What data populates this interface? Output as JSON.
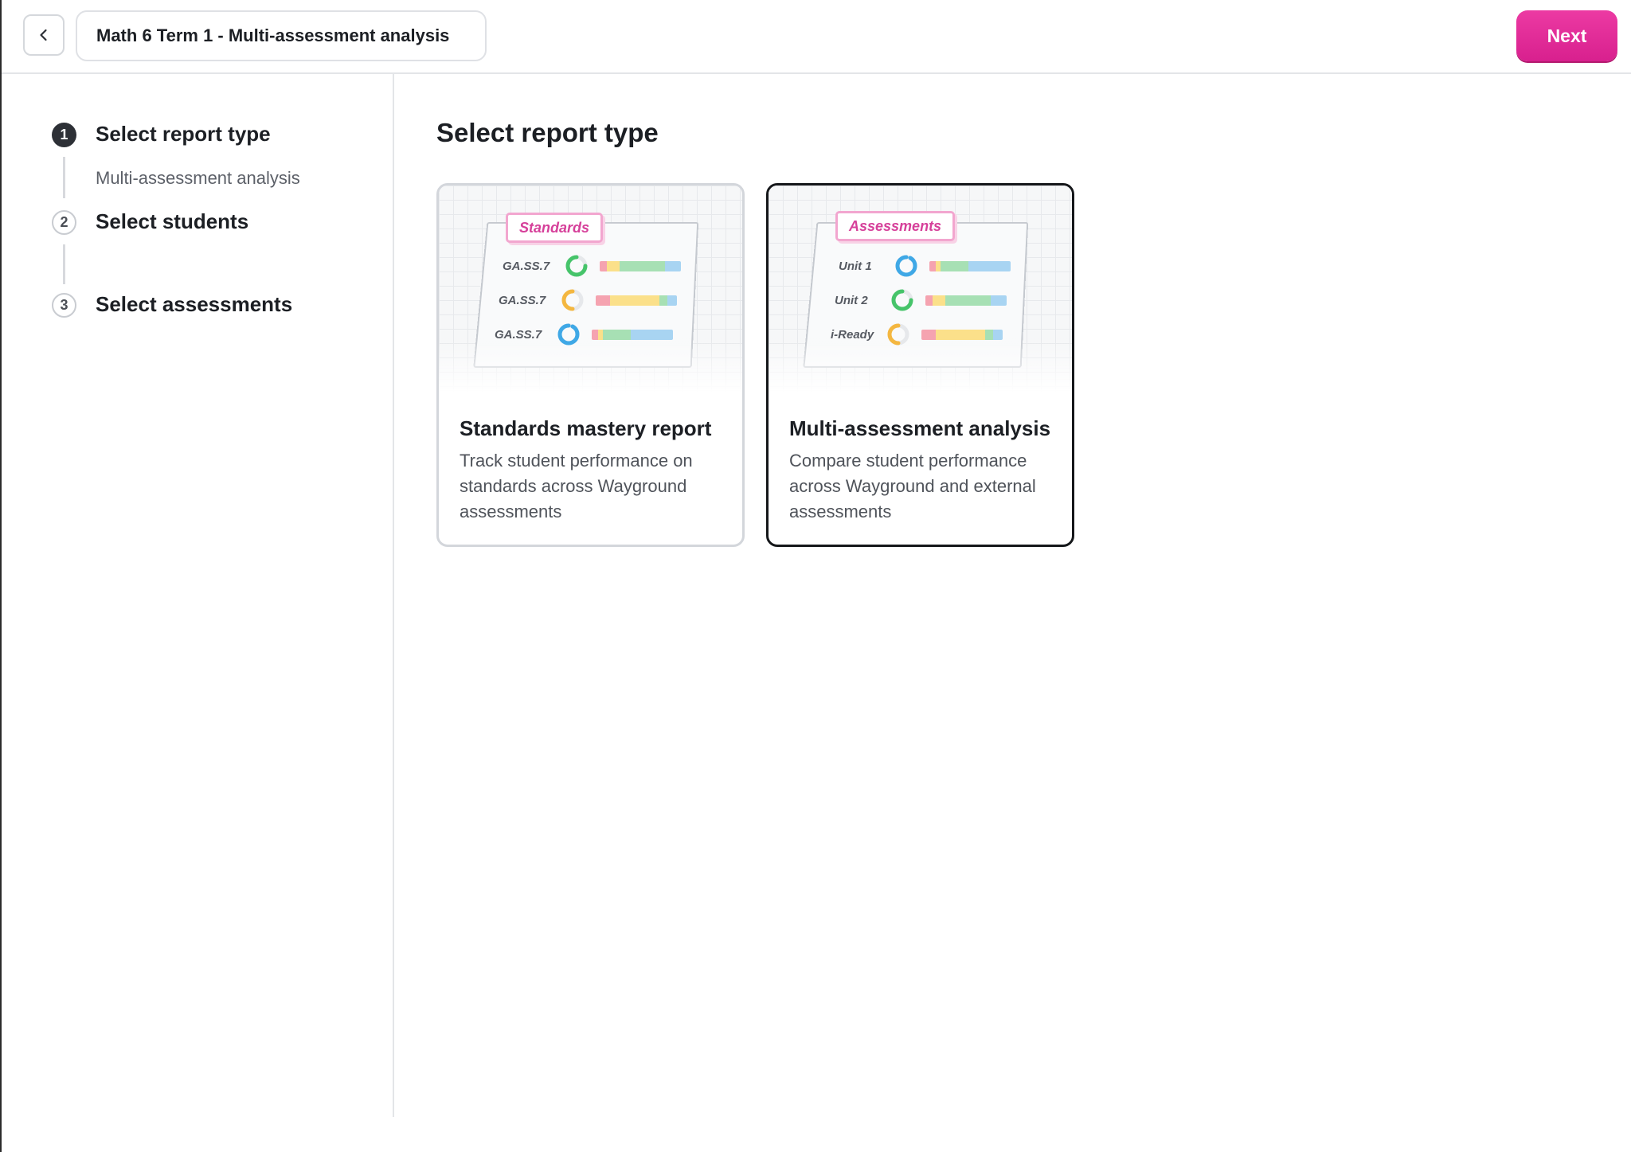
{
  "header": {
    "back_label": "",
    "title": "Math 6 Term 1 - Multi-assessment analysis",
    "next_label": "Next"
  },
  "steps": [
    {
      "number": "1",
      "label": "Select report type",
      "sublabel": "Multi-assessment analysis",
      "state": "active"
    },
    {
      "number": "2",
      "label": "Select students",
      "sublabel": "",
      "state": "pending"
    },
    {
      "number": "3",
      "label": "Select assessments",
      "sublabel": "",
      "state": "pending"
    }
  ],
  "main": {
    "title": "Select report type",
    "cards": [
      {
        "title": "Standards mastery report",
        "description": "Track student performance on standards across Wayground assessments",
        "selected": false,
        "illustration": {
          "tag": "Standards",
          "rows": [
            {
              "label": "GA.SS.7",
              "ring_color": "#46c46a"
            },
            {
              "label": "GA.SS.7",
              "ring_color": "#f4b740"
            },
            {
              "label": "GA.SS.7",
              "ring_color": "#3fa8e6"
            }
          ]
        }
      },
      {
        "title": "Multi-assessment analysis",
        "description": "Compare student performance across Wayground and external assessments",
        "selected": true,
        "illustration": {
          "tag": "Assessments",
          "rows": [
            {
              "label": "Unit 1",
              "ring_color": "#3fa8e6"
            },
            {
              "label": "Unit 2",
              "ring_color": "#46c46a"
            },
            {
              "label": "i-Ready",
              "ring_color": "#f4b740"
            }
          ]
        }
      }
    ]
  },
  "colors": {
    "accent": "#e0288f",
    "active_step": "#2d3036",
    "selected_border": "#15171a",
    "tag_pink": "#d6409a",
    "bar_red": "#f5a3b0",
    "bar_yellow": "#fbe08a",
    "bar_green": "#a7e0b4",
    "bar_blue": "#a8d4f2"
  },
  "icons": {
    "back": "chevron-left-icon"
  }
}
